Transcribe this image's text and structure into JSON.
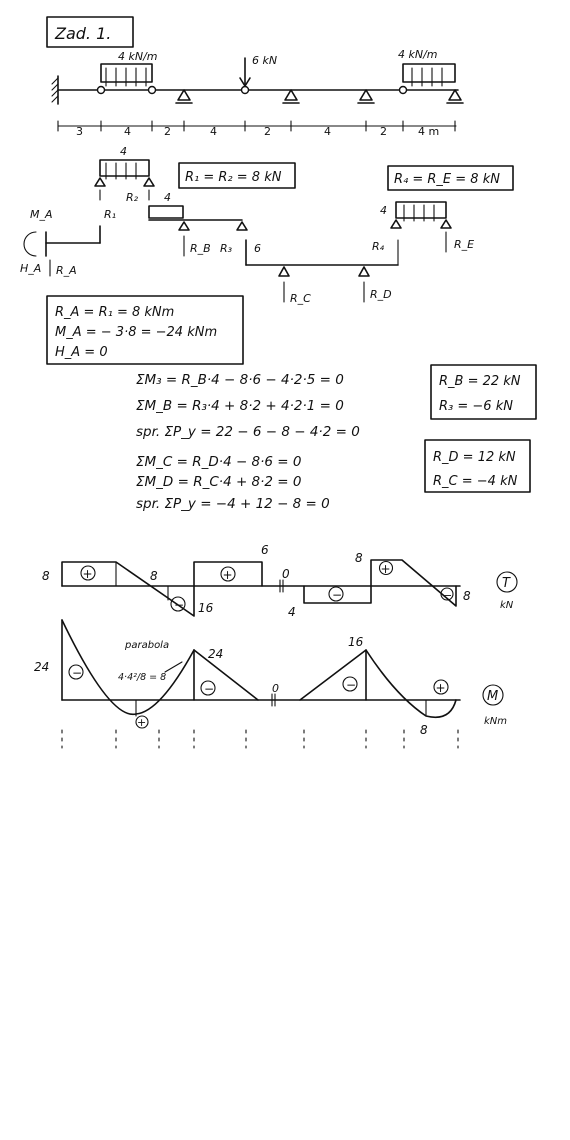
{
  "title": "Zad. 1.",
  "loads": {
    "q1": "4 kN/m",
    "p": "6 kN",
    "q2": "4 kN/m"
  },
  "dimensions": [
    "3",
    "4",
    "2",
    "4",
    "2",
    "4",
    "2",
    "4 m"
  ],
  "fbd": {
    "q_small_1": "4",
    "q_small_2": "4",
    "q_small_3": "4",
    "r1_eq": "R₁ = R₂ = 8 kN",
    "r4_eq": "R₄ = R_E = 8 kN",
    "ma": "M_A",
    "ha": "H_A",
    "ra": "R_A",
    "r1": "R₁",
    "r2": "R₂",
    "r3": "R₃",
    "r4": "R₄",
    "rb": "R_B",
    "rc": "R_C",
    "rd": "R_D",
    "re": "R_E",
    "six": "6"
  },
  "results_a": [
    "R_A = R₁ = 8 kNm",
    "M_A = − 3·8 = −24  kNm",
    "H_A = 0"
  ],
  "equations_1": [
    "ΣM₃ = R_B·4 − 8·6 − 4·2·5 = 0",
    "ΣM_B = R₃·4 + 8·2 + 4·2·1 = 0",
    "spr.  ΣP_y = 22 − 6 − 8 − 4·2 = 0"
  ],
  "results_1": [
    "R_B = 22 kN",
    "R₃ = −6 kN"
  ],
  "equations_2": [
    "ΣM_C = R_D·4 − 8·6 = 0",
    "ΣM_D = R_C·4 + 8·2 = 0",
    "spr.  ΣP_y = −4 + 12 − 8 = 0"
  ],
  "results_2": [
    "R_D = 12 kN",
    "R_C = −4 kN"
  ],
  "shear": {
    "symbol": "T",
    "unit": "kN",
    "labels": [
      "8",
      "8",
      "16",
      "6",
      "0",
      "4",
      "8",
      "8"
    ],
    "signs": [
      "+",
      "−",
      "+",
      "−",
      "+",
      "−"
    ]
  },
  "moment": {
    "symbol": "M",
    "unit": "kNm",
    "labels": [
      "24",
      "24",
      "0",
      "16",
      "8"
    ],
    "parabola_note": "parabola",
    "parabola_formula": "4·4²/8 = 8",
    "signs": [
      "−",
      "+",
      "−",
      "−",
      "+"
    ]
  }
}
